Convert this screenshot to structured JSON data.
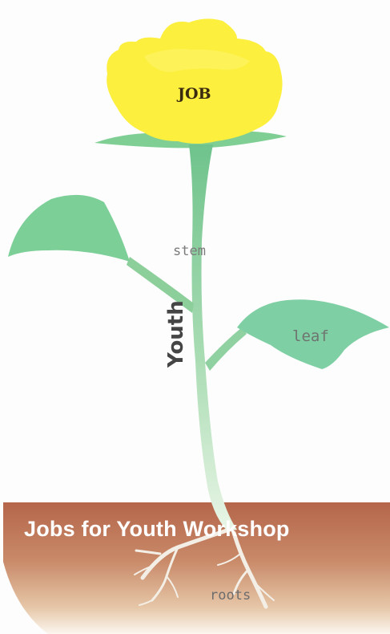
{
  "flower": {
    "label": "JOB",
    "color": "#fcef3d"
  },
  "stem": {
    "label": "stem",
    "color": "#8ccf9a"
  },
  "leaf": {
    "label": "leaf",
    "color": "#7fcfa1"
  },
  "youth": {
    "label": "Youth"
  },
  "soil": {
    "banner": "Jobs for Youth Workshop",
    "color": "#b56a4a"
  },
  "roots": {
    "label": "roots"
  }
}
